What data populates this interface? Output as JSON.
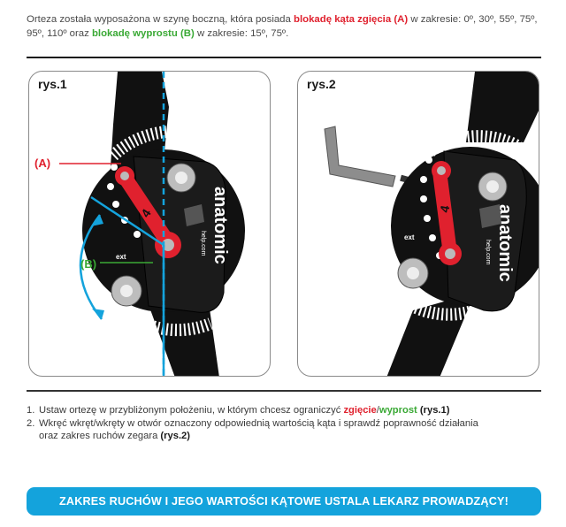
{
  "intro": {
    "part1": "Orteza została wyposażona w szynę boczną, która posiada ",
    "flex_lock": "blokadę kąta zgięcia (A)",
    "part2": " w zakresie: 0º, 30º, 55º, 75º, 95º, 110º oraz ",
    "ext_lock": "blokadę wyprostu (B)",
    "part3": " w zakresie: 15º, 75º."
  },
  "figure1": {
    "label": "rys.1",
    "callout_a": "(A)",
    "callout_b": "(B)",
    "brand": "anatomic",
    "brand_sub": "help.com",
    "digit": "4",
    "scale_label": "ext"
  },
  "figure2": {
    "label": "rys.2",
    "brand": "anatomic",
    "brand_sub": "help.com",
    "digit": "4",
    "scale_label": "ext"
  },
  "steps": {
    "step1_num": "1.",
    "step1_text": "Ustaw ortezę w przybliżonym położeniu, w którym chcesz ograniczyć ",
    "step1_flex": "zgięcie",
    "step1_slash": "/",
    "step1_ext": "wyprost",
    "step1_ref": "(rys.1)",
    "step2_num": "2.",
    "step2_text_a": "Wkręć wkręt/wkręty w otwór oznaczony odpowiednią wartością kąta i sprawdź poprawność działania",
    "step2_text_b": "oraz zakres ruchów zegara ",
    "step2_ref": "(rys.2)"
  },
  "banner": {
    "text": "ZAKRES RUCHÓW I JEGO WARTOŚCI KĄTOWE USTALA LEKARZ PROWADZĄCY!"
  },
  "colors": {
    "red": "#e0212e",
    "green": "#3aa935",
    "blue": "#14a3dc",
    "dark": "#1a1a1a"
  }
}
